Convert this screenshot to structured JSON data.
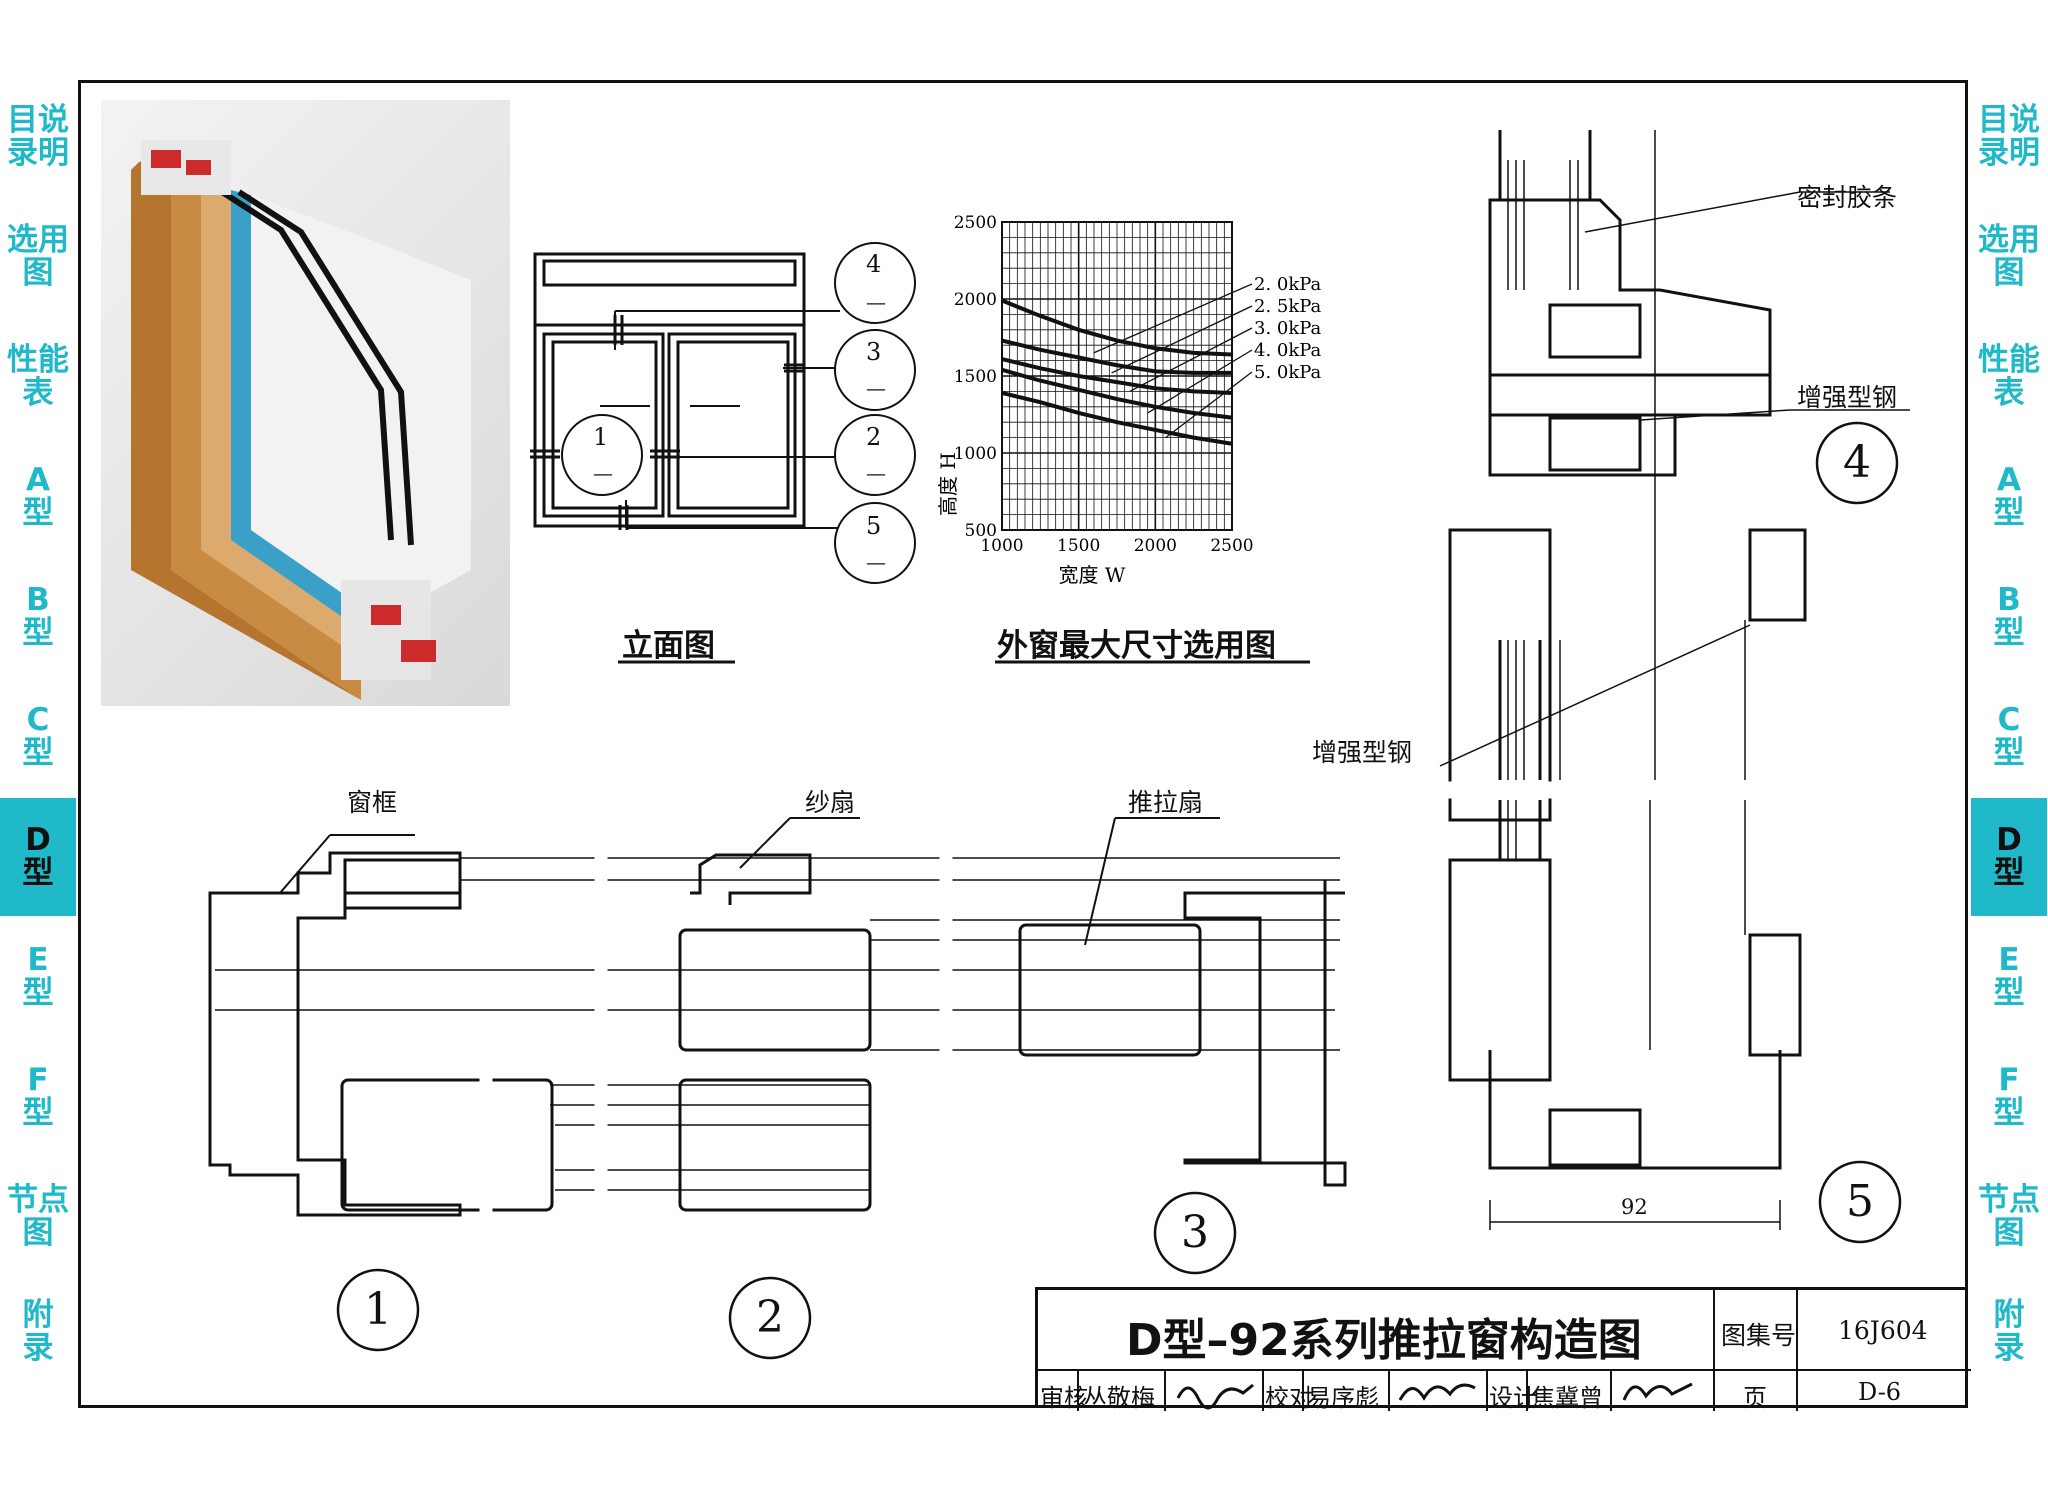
{
  "left_tabs": [
    "目说\n录明",
    "选用\n图",
    "性能\n表",
    "A\n型",
    "B\n型",
    "C\n型",
    "D\n型",
    "E\n型",
    "F\n型",
    "节点\n图",
    "附\n录"
  ],
  "right_tabs": [
    "目说\n录明",
    "选用\n图",
    "性能\n表",
    "A\n型",
    "B\n型",
    "C\n型",
    "D\n型",
    "E\n型",
    "F\n型",
    "节点\n图",
    "附\n录"
  ],
  "active_tab": "D\n型",
  "elevation": {
    "caption": "立面图",
    "callouts": [
      "4",
      "3",
      "2",
      "1",
      "5"
    ],
    "callout_dash": "—"
  },
  "size_chart": {
    "caption": "外窗最大尺寸选用图",
    "ylabel": "高度 H",
    "xlabel": "宽度 W"
  },
  "chart_data": {
    "type": "line",
    "title": "外窗最大尺寸选用图",
    "xlabel": "宽度 W",
    "ylabel": "高度 H",
    "xlim": [
      1000,
      2500
    ],
    "ylim": [
      500,
      2500
    ],
    "x_ticks": [
      "1000",
      "1500",
      "2000",
      "2500"
    ],
    "y_ticks": [
      "500",
      "1000",
      "1500",
      "2000",
      "2500"
    ],
    "grid": true,
    "series": [
      {
        "name": "2.0kPa",
        "label": "2. 0kPa",
        "x": [
          1000,
          1250,
          1500,
          1750,
          2000,
          2250,
          2500
        ],
        "y": [
          1990,
          1890,
          1800,
          1730,
          1680,
          1650,
          1640
        ]
      },
      {
        "name": "2.5kPa",
        "label": "2. 5kPa",
        "x": [
          1000,
          1250,
          1500,
          1750,
          2000,
          2250,
          2500
        ],
        "y": [
          1730,
          1670,
          1620,
          1570,
          1530,
          1520,
          1520
        ]
      },
      {
        "name": "3.0kPa",
        "label": "3. 0kPa",
        "x": [
          1000,
          1250,
          1500,
          1750,
          2000,
          2250,
          2500
        ],
        "y": [
          1610,
          1550,
          1500,
          1460,
          1420,
          1400,
          1390
        ]
      },
      {
        "name": "4.0kPa",
        "label": "4. 0kPa",
        "x": [
          1000,
          1250,
          1500,
          1750,
          2000,
          2250,
          2500
        ],
        "y": [
          1540,
          1470,
          1410,
          1350,
          1300,
          1260,
          1230
        ]
      },
      {
        "name": "5.0kPa",
        "label": "5. 0kPa",
        "x": [
          1000,
          1250,
          1500,
          1750,
          2000,
          2250,
          2500
        ],
        "y": [
          1390,
          1330,
          1260,
          1200,
          1150,
          1100,
          1060
        ]
      }
    ]
  },
  "detail_labels": {
    "frame": "窗框",
    "screen_sash": "纱扇",
    "sliding_sash": "推拉扇",
    "seal_strip": "密封胶条",
    "steel_top": "增强型钢",
    "steel_mid": "增强型钢",
    "dimension": "92"
  },
  "detail_numbers": [
    "1",
    "2",
    "3",
    "4",
    "5"
  ],
  "title_block": {
    "title": "D型–92系列推拉窗构造图",
    "atlas_label": "图集号",
    "atlas_no": "16J604",
    "review": "审核",
    "reviewer": "丛敬梅",
    "check": "校对",
    "checker": "易序彪",
    "design": "设计",
    "designer": "焦冀曾",
    "page_label": "页",
    "page_no": "D-6"
  }
}
